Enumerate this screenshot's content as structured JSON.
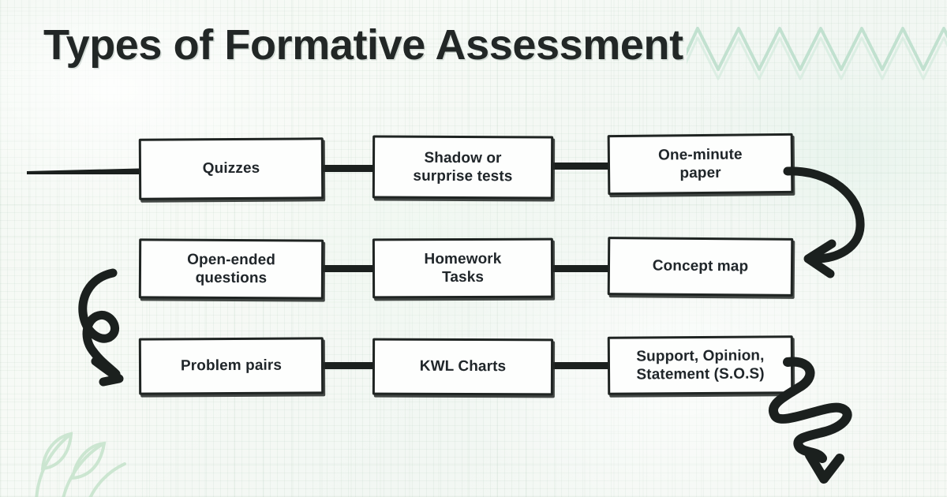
{
  "page": {
    "title": "Types of Formative Assessment",
    "background_color": "#f4f8f4",
    "accent_color": "#b7ddc8",
    "ink_color": "#1f2422",
    "node_fill": "#fdfefd"
  },
  "decorations": [
    {
      "name": "wave-pattern",
      "type": "zigzag-wave",
      "position": "top-right",
      "color": "#b7ddc8"
    },
    {
      "name": "leaf-watermark",
      "type": "botanical-leaf",
      "position": "bottom-left",
      "color": "#bfe0c6"
    }
  ],
  "diagram": {
    "type": "flowchart",
    "rows": [
      {
        "row_index": 1,
        "nodes": [
          {
            "id": "r1c1",
            "label": "Quizzes"
          },
          {
            "id": "r1c2",
            "label": "Shadow or\nsurprise tests",
            "line1": "Shadow or",
            "line2": "surprise tests"
          },
          {
            "id": "r1c3",
            "label": "One-minute\npaper",
            "line1": "One-minute",
            "line2": "paper"
          }
        ]
      },
      {
        "row_index": 2,
        "nodes": [
          {
            "id": "r2c1",
            "label": "Open-ended\nquestions",
            "line1": "Open-ended",
            "line2": "questions"
          },
          {
            "id": "r2c2",
            "label": "Homework\nTasks",
            "line1": "Homework",
            "line2": "Tasks"
          },
          {
            "id": "r2c3",
            "label": "Concept map"
          }
        ]
      },
      {
        "row_index": 3,
        "nodes": [
          {
            "id": "r3c1",
            "label": "Problem pairs"
          },
          {
            "id": "r3c2",
            "label": "KWL Charts"
          },
          {
            "id": "r3c3",
            "label": "Support, Opinion,\nStatement (S.O.S)",
            "line1": "Support, Opinion,",
            "line2": "Statement (S.O.S)"
          }
        ]
      }
    ],
    "connectors": [
      {
        "name": "entry-line",
        "from": "edge-left",
        "to": "r1c1"
      },
      {
        "name": "connector-r1-a",
        "from": "r1c1",
        "to": "r1c2"
      },
      {
        "name": "connector-r1-b",
        "from": "r1c2",
        "to": "r1c3"
      },
      {
        "name": "connector-r2-a",
        "from": "r2c1",
        "to": "r2c2"
      },
      {
        "name": "connector-r2-b",
        "from": "r2c2",
        "to": "r2c3"
      },
      {
        "name": "connector-r3-a",
        "from": "r3c1",
        "to": "r3c2"
      },
      {
        "name": "connector-r3-b",
        "from": "r3c2",
        "to": "r3c3"
      }
    ],
    "arrows": [
      {
        "name": "curved-arrow-right",
        "shape": "curved-hook",
        "from": "r1c3",
        "to": "r2c3",
        "direction": "right-down-left"
      },
      {
        "name": "curved-arrow-left",
        "shape": "looped-curl",
        "from": "r2c1",
        "to": "r3c1",
        "direction": "left-down-right"
      },
      {
        "name": "zigzag-arrow-down",
        "shape": "zigzag",
        "from": "r3c3",
        "to": "below",
        "direction": "down"
      }
    ]
  }
}
